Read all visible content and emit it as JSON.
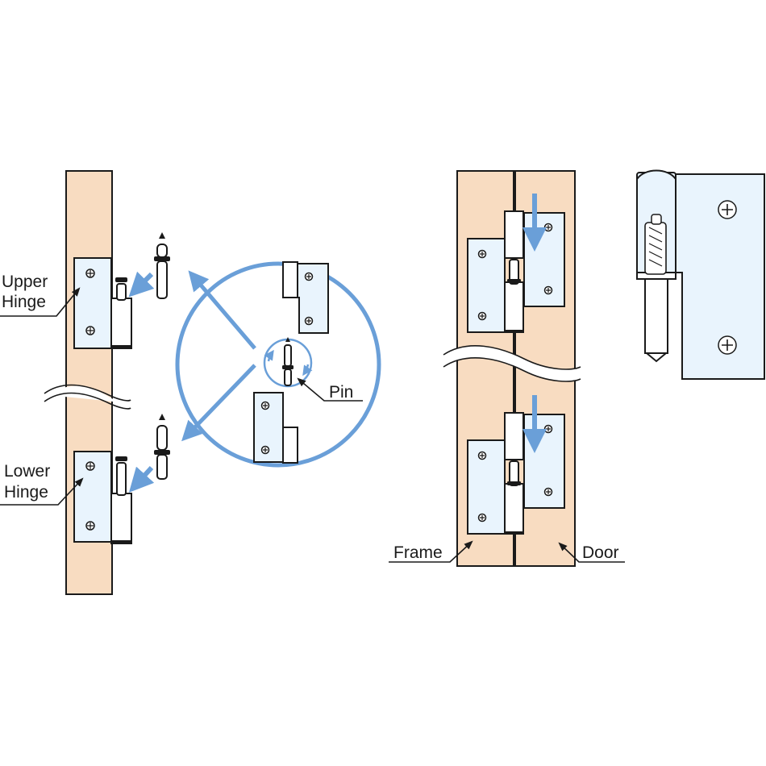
{
  "labels": {
    "upper_hinge_line1": "Upper",
    "upper_hinge_line2": "Hinge",
    "lower_hinge_line1": "Lower",
    "lower_hinge_line2": "Hinge",
    "pin": "Pin",
    "frame": "Frame",
    "door": "Door"
  },
  "colors": {
    "wood": "#f8dcc1",
    "plate": "#e9f4fd",
    "arrow": "#6a9fd8",
    "outline": "#1a1a1a"
  }
}
